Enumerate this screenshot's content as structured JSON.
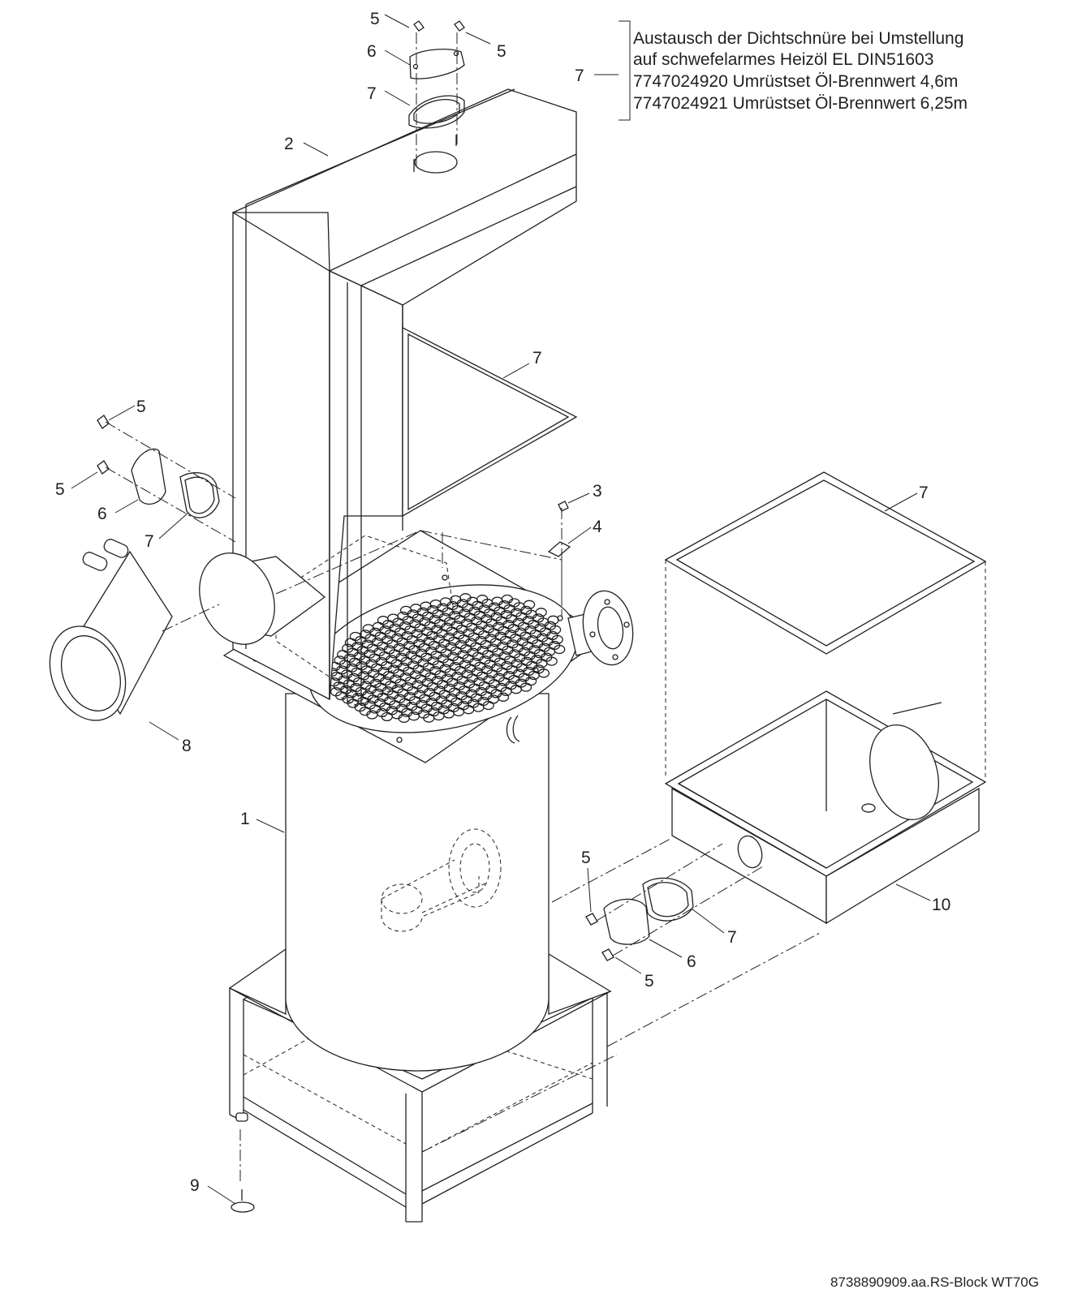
{
  "note": {
    "number": "7",
    "lines": [
      "Austausch der Dichtschnüre bei Umstellung",
      "auf schwefelarmes Heizöl EL DIN51603",
      "7747024920 Umrüstset Öl-Brennwert 4,6m",
      "7747024921 Umrüstset Öl-Brennwert 6,25m"
    ]
  },
  "callouts": {
    "c1": "1",
    "c2": "2",
    "c3": "3",
    "c4": "4",
    "c5a": "5",
    "c5b": "5",
    "c5c": "5",
    "c5d": "5",
    "c5e": "5",
    "c5f": "5",
    "c6a": "6",
    "c6b": "6",
    "c6c": "6",
    "c7a": "7",
    "c7b": "7",
    "c7c": "7",
    "c7d": "7",
    "c7e": "7",
    "c8": "8",
    "c9": "9",
    "c10": "10"
  },
  "footer": "8738890909.aa.RS-Block WT70G"
}
